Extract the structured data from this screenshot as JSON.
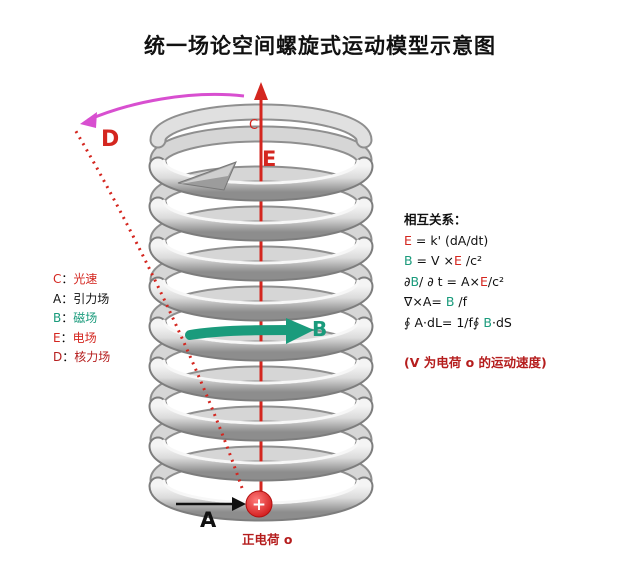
{
  "title": "统一场论空间螺旋式运动模型示意图",
  "labels": {
    "c_top": "C",
    "e_field": "E",
    "d_force": "D",
    "b_field": "B",
    "a_force": "A",
    "charge_symbol": "+",
    "charge_label": "正电荷 o"
  },
  "legend": [
    {
      "key": "C",
      "sep": "：",
      "text": "光速"
    },
    {
      "key": "A",
      "sep": "：",
      "text": "引力场"
    },
    {
      "key": "B",
      "sep": "：",
      "text": "磁场"
    },
    {
      "key": "E",
      "sep": "：",
      "text": "电场"
    },
    {
      "key": "D",
      "sep": "：",
      "text": "核力场"
    }
  ],
  "relations": {
    "heading": "相互关系：",
    "r1": {
      "a": "E",
      "b": " = k'  (dA/dt)"
    },
    "r2": {
      "a": "B",
      "b": " = V ×",
      "c": "E",
      "d": " /c²"
    },
    "r3": {
      "a": "∂",
      "b": "B",
      "c": "/ ∂ t = A×",
      "d": "E",
      "e": "/c²"
    },
    "r4": {
      "a": "∇×A= ",
      "b": "B",
      "c": " /f"
    },
    "r5": {
      "a": "∮ A·dL= 1/f∮ ",
      "b": "B",
      "c": "·dS"
    }
  },
  "note": "(V 为电荷 o 的运动速度)",
  "colors": {
    "red": "#d4261f",
    "teal": "#1a9b7c",
    "magenta": "#d84fd0",
    "dark_red": "#b51d1d",
    "coil": "#c8c8c8"
  }
}
